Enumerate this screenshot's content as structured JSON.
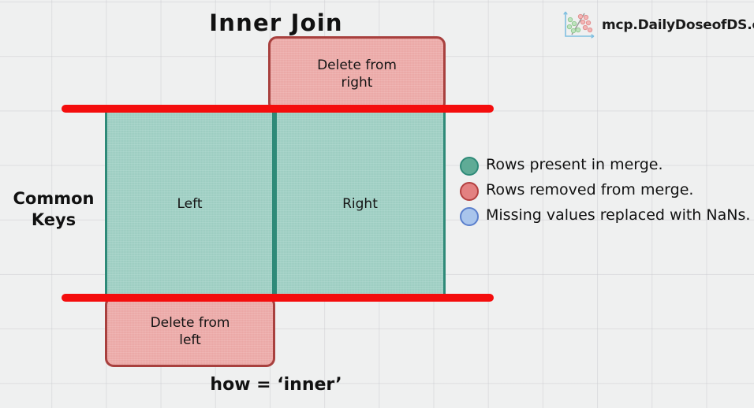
{
  "title": "Inner Join",
  "brand": {
    "text": "mcp.DailyDoseofDS.com",
    "icon": "scatter-plot-icon"
  },
  "diagram": {
    "type": "venn-style-join-diagram",
    "side_label": "Common\nKeys",
    "side_label_line1": "Common",
    "side_label_line2": "Keys",
    "boxes": [
      {
        "id": "delete-right",
        "label": "Delete from\nright",
        "line1": "Delete from",
        "line2": "right",
        "fill": "#eeaaa8",
        "border": "#a8403e",
        "state": "removed"
      },
      {
        "id": "left",
        "label": "Left",
        "fill": "#9ed0c4",
        "border": "#2e8a78",
        "state": "kept"
      },
      {
        "id": "right",
        "label": "Right",
        "fill": "#9ed0c4",
        "border": "#2e8a78",
        "state": "kept"
      },
      {
        "id": "delete-left",
        "label": "Delete from\nleft",
        "line1": "Delete from",
        "line2": "left",
        "fill": "#eeaaa8",
        "border": "#a8403e",
        "state": "removed"
      }
    ],
    "rules": {
      "color": "#f40d0d",
      "count": 2
    }
  },
  "legend": {
    "items": [
      {
        "swatch": "green-circle",
        "color": "#5fab96",
        "text": "Rows present in merge."
      },
      {
        "swatch": "red-circle",
        "color": "#e38181",
        "text": "Rows removed from merge."
      },
      {
        "swatch": "blue-circle",
        "color": "#a9c5ec",
        "text": "Missing values replaced with NaNs."
      }
    ]
  },
  "caption": "how = ‘inner’"
}
